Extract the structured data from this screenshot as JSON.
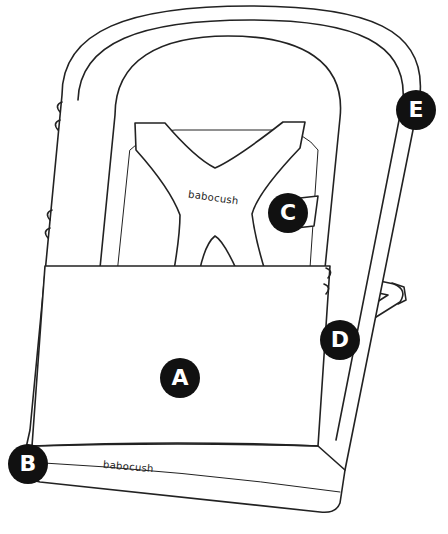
{
  "diagram": {
    "labels": [
      "E",
      "babocush",
      "C",
      "D",
      "A",
      "B",
      "babocush"
    ]
  }
}
